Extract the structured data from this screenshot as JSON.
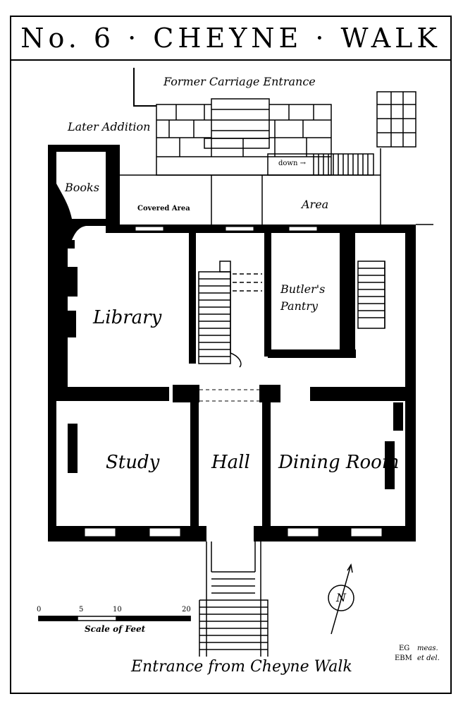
{
  "title": "No. 6 · CHEYNE · WALK",
  "labels": {
    "former_carriage_entrance": "Former Carriage Entrance",
    "later_addition": "Later Addition",
    "books": "Books",
    "covered_area": "Covered Area",
    "down": "down →",
    "area": "Area",
    "library": "Library",
    "butlers_pantry_1": "Butler's",
    "butlers_pantry_2": "Pantry",
    "study": "Study",
    "hall": "Hall",
    "dining_room": "Dining Room",
    "entrance": "Entrance from Cheyne Walk",
    "scale_of_feet": "Scale of Feet",
    "credits_initials_1": "EG",
    "credits_initials_2": "EBM",
    "credits_note_1": "meas.",
    "credits_note_2": "et del."
  },
  "scale": {
    "ticks": [
      "0",
      "5",
      "10",
      "20"
    ]
  },
  "compass": {
    "letter": "N"
  }
}
